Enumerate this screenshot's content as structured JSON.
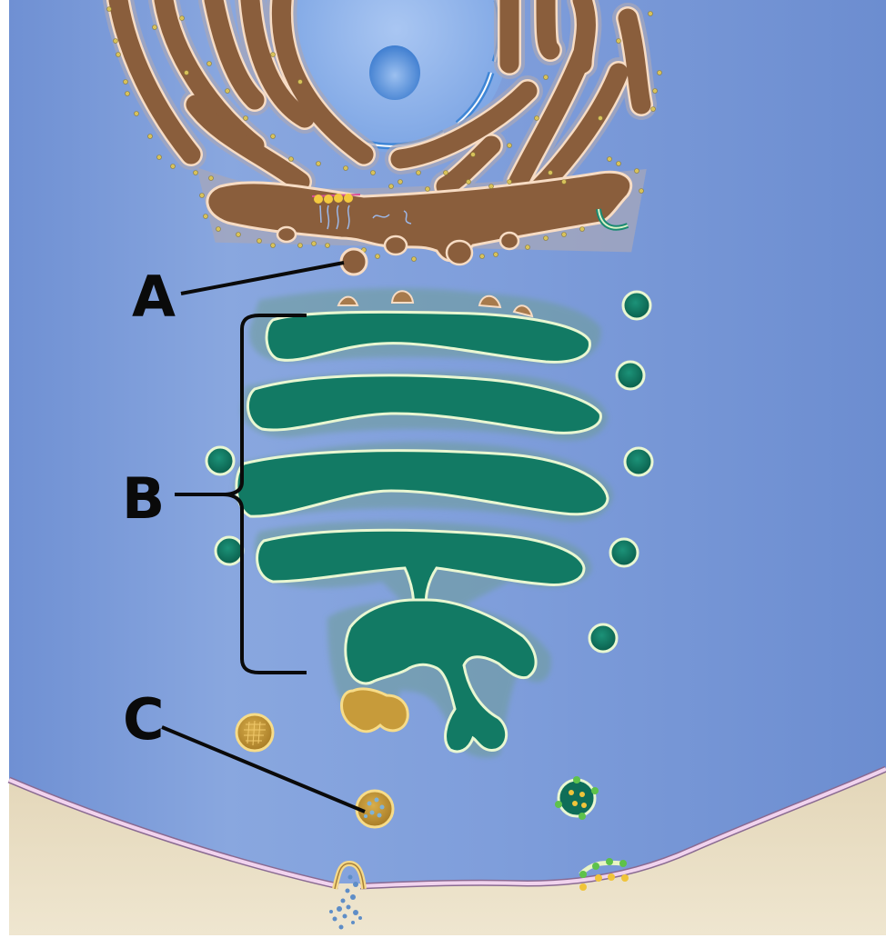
{
  "figure": {
    "type": "cell-secretory-pathway-illustration",
    "description": "Cross-section of a cell showing nucleus, rough endoplasmic reticulum, transport vesicle, Golgi apparatus stack, secretory vesicles and plasma membrane with exocytosis",
    "colors": {
      "cytoplasm": "#7f9fda",
      "cytoplasm_dark": "#6887cf",
      "extracellular": "#e9dfc6",
      "plasma_membrane": "#f1d3ee",
      "membrane_edge": "#8a6a92",
      "rough_er_lumen": "#8a5e3c",
      "rough_er_membrane": "#f7dcc4",
      "er_halo": "#9fa3b8",
      "ribosome": "#d8c25a",
      "nucleus": "#8db3ea",
      "nuclear_envelope": "#3f86d6",
      "nucleolus": "#4e86d2",
      "golgi_lumen": "#127a64",
      "golgi_membrane": "#e9f7d2",
      "golgi_halo": "#6d9c97",
      "secretory_vesicle": "#c79b3a",
      "secretory_vesicle_rim": "#f7dc88",
      "secreted_particles": "#5e8dc7",
      "label_text": "#0a0a0a"
    }
  },
  "labels": {
    "a": {
      "text": "A",
      "target": "transport vesicle budding from rough ER"
    },
    "b": {
      "text": "B",
      "target": "Golgi apparatus cisternae stack"
    },
    "c": {
      "text": "C",
      "target": "secretory vesicle with soluble cargo"
    }
  },
  "structures": [
    {
      "name": "nucleus",
      "label": ""
    },
    {
      "name": "nucleolus",
      "label": ""
    },
    {
      "name": "rough-endoplasmic-reticulum",
      "label": ""
    },
    {
      "name": "ribosomes",
      "label": ""
    },
    {
      "name": "transport-vesicle",
      "label": "A"
    },
    {
      "name": "golgi-apparatus",
      "label": "B"
    },
    {
      "name": "golgi-vesicles",
      "label": ""
    },
    {
      "name": "secretory-vesicle",
      "label": "C"
    },
    {
      "name": "membrane-protein-vesicle",
      "label": ""
    },
    {
      "name": "plasma-membrane",
      "label": ""
    },
    {
      "name": "exocytosis-site",
      "label": ""
    },
    {
      "name": "membrane-proteins",
      "label": ""
    }
  ]
}
